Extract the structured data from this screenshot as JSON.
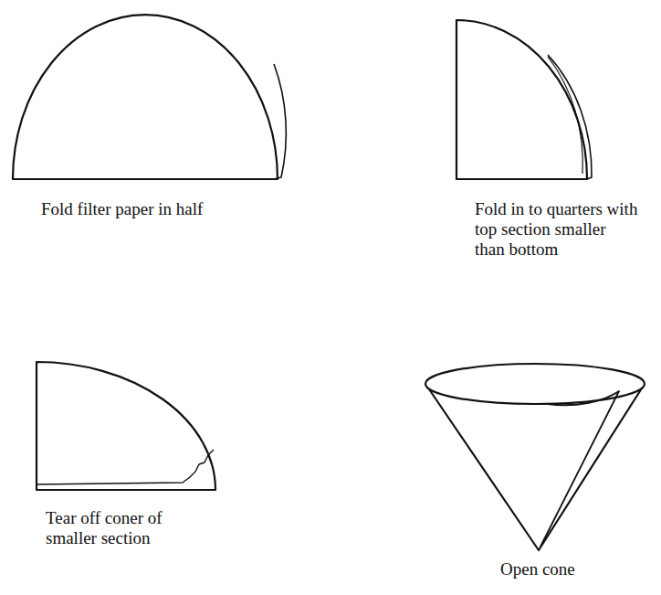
{
  "diagram": {
    "labels": [
      "Fold filter paper in half",
      "Fold in to quarters with top section smaller than bottom",
      "Tear off coner of smaller section",
      "Open cone"
    ]
  }
}
